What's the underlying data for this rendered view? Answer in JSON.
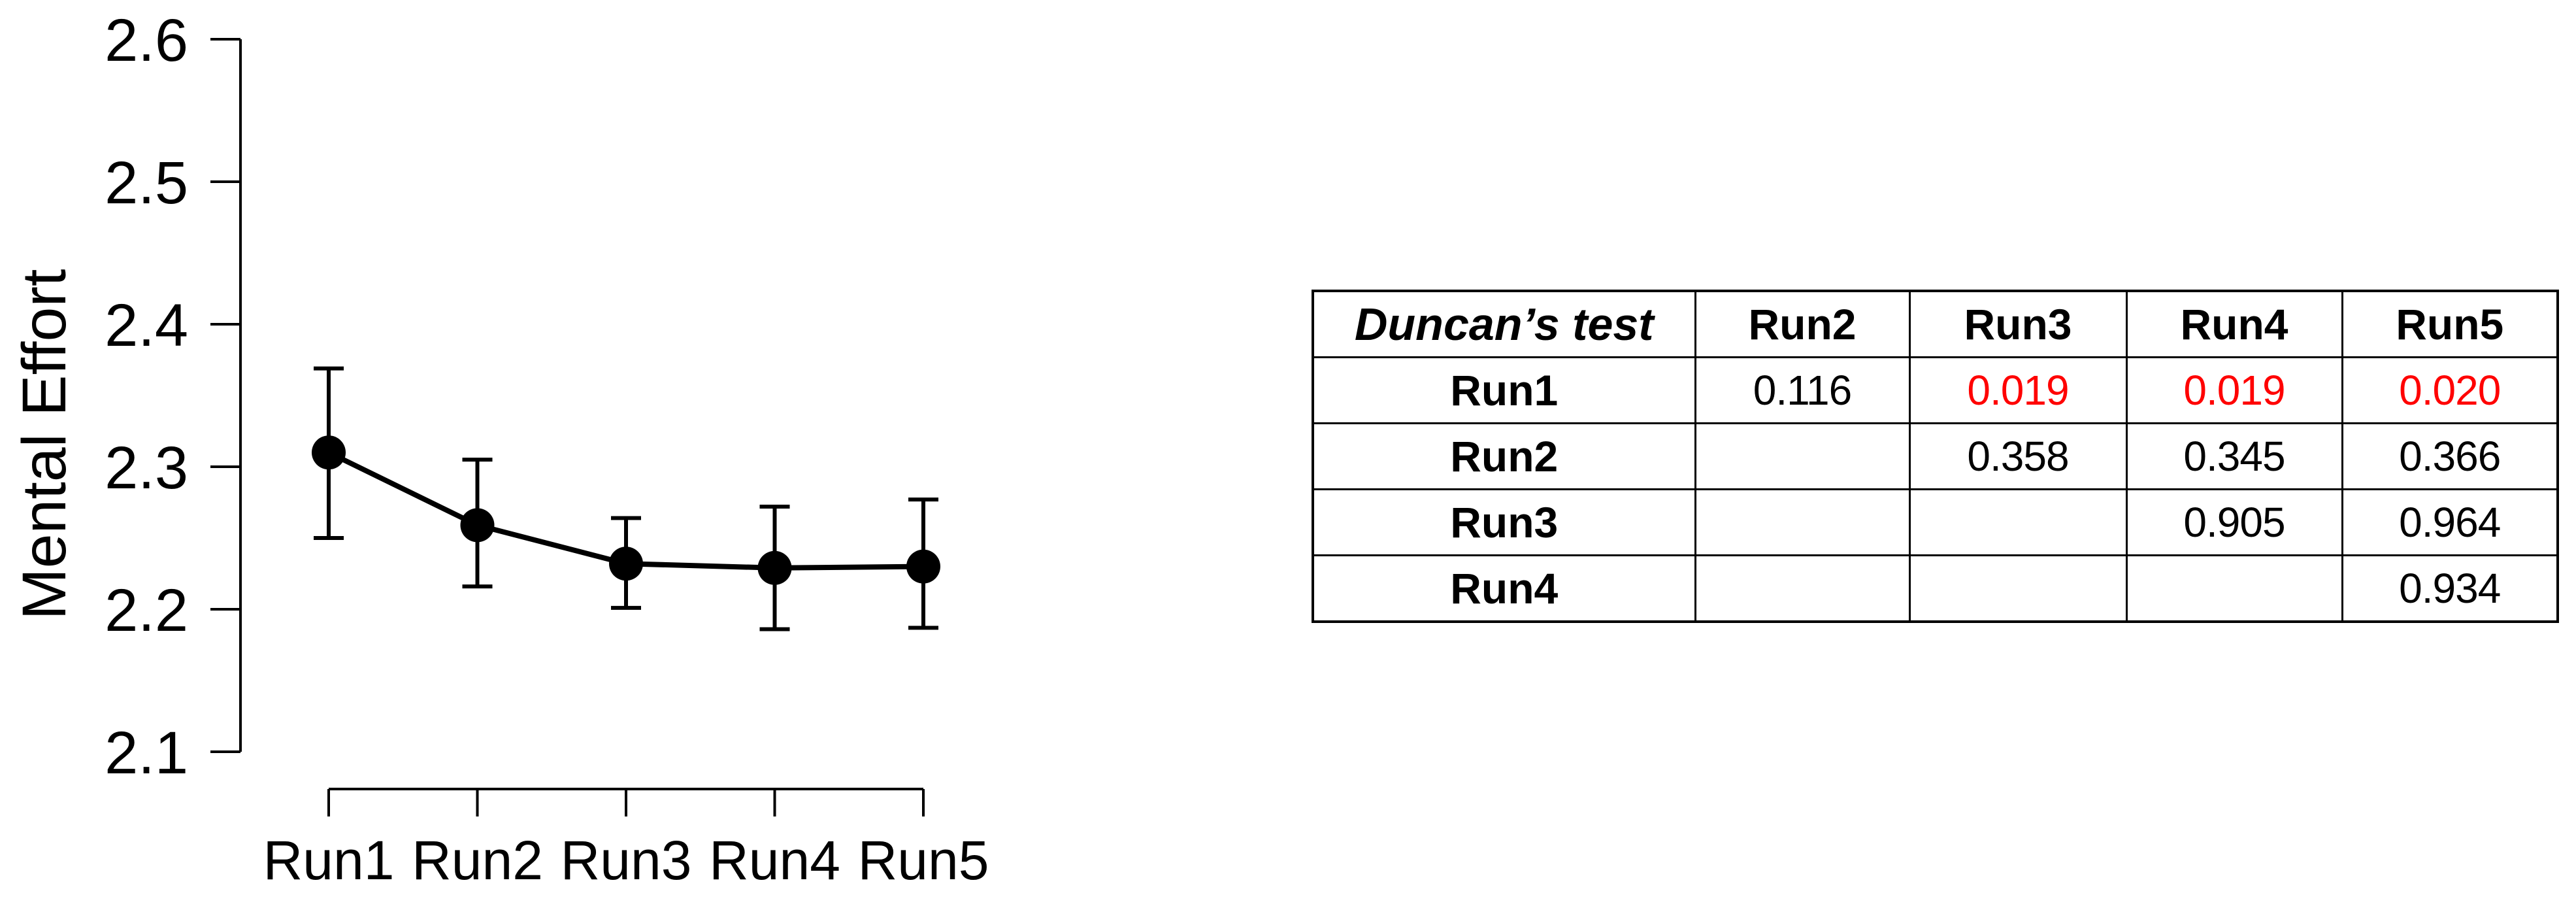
{
  "figure": {
    "background": "#ffffff",
    "text_color": "#000000"
  },
  "chart_data": {
    "type": "line",
    "title": "",
    "xlabel": "",
    "ylabel": "Mental Effort",
    "categories": [
      "Run1",
      "Run2",
      "Run3",
      "Run4",
      "Run5"
    ],
    "series": [
      {
        "name": "Mental Effort",
        "values": [
          2.31,
          2.259,
          2.232,
          2.229,
          2.23
        ],
        "error_low": [
          2.25,
          2.216,
          2.201,
          2.186,
          2.187
        ],
        "error_high": [
          2.369,
          2.305,
          2.264,
          2.272,
          2.277
        ]
      }
    ],
    "ylim": [
      2.1,
      2.6
    ],
    "yticks": [
      2.6,
      2.5,
      2.4,
      2.3,
      2.2,
      2.1
    ],
    "ytick_labels": [
      "2.6",
      "2.5",
      "2.4",
      "2.3",
      "2.2",
      "2.1"
    ],
    "grid": false,
    "legend": "none",
    "marker": "filled-circle",
    "line_color": "#000000",
    "marker_color": "#000000"
  },
  "table": {
    "header": {
      "title": "Duncan’s test",
      "columns": [
        "Run2",
        "Run3",
        "Run4",
        "Run5"
      ]
    },
    "rows": [
      {
        "label": "Run1",
        "values": [
          "0.116",
          "0.019",
          "0.019",
          "0.020"
        ],
        "red": [
          false,
          true,
          true,
          true
        ]
      },
      {
        "label": "Run2",
        "values": [
          "",
          "0.358",
          "0.345",
          "0.366"
        ],
        "red": [
          false,
          false,
          false,
          false
        ]
      },
      {
        "label": "Run3",
        "values": [
          "",
          "",
          "0.905",
          "0.964"
        ],
        "red": [
          false,
          false,
          false,
          false
        ]
      },
      {
        "label": "Run4",
        "values": [
          "",
          "",
          "",
          "0.934"
        ],
        "red": [
          false,
          false,
          false,
          false
        ]
      }
    ],
    "significant_color": "#ff0000"
  }
}
